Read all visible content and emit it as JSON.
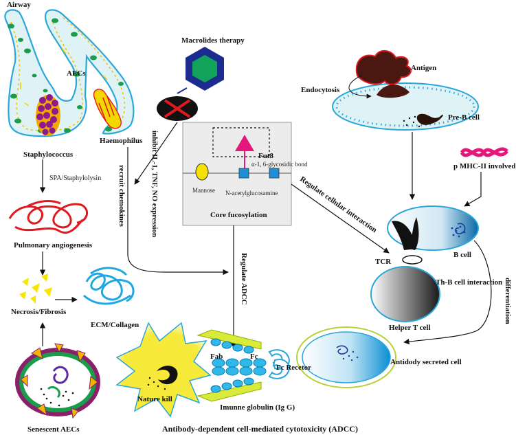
{
  "labels": {
    "airway": "Airway",
    "aecs": "AECs",
    "staphylococcus": "Staphylococcus",
    "haemophilus": "Haemophilus",
    "spa": "SPA/Staphylolysin",
    "pulmonary": "Pulmonary  angiogenesis",
    "necrosis": "Necrosis/Fibrosis",
    "ecm": "ECM/Collagen",
    "senescent": "Senescent AECs",
    "macrolides": "Macrolides therapy",
    "inhibit": "inhibit  IL-1, TNF, NO expression",
    "recruit": "recruit chemokines",
    "fut8": "Fut8",
    "alpha_bond": "α-1, 6-glycosidic bond",
    "mannose": "Mannose",
    "nacetyl": "N-acetylglucosamine",
    "core_fuco": "Core fucosylation",
    "regulate_adcc": "Regulate ADCC",
    "regulate_cell": "Regulate cellular interaction",
    "antigen": "Antigen",
    "endocytosis": "Endocytosis",
    "preb": "Pre-B cell",
    "mhc": "p MHC-II involved",
    "bcell": "B cell",
    "tcr": "TCR",
    "thb": "Th-B cell interaction",
    "helper": "Helper  T cell",
    "differentiation": "differentiation",
    "antibody_cell": "Antidody secreted cell",
    "fab": "Fab",
    "fc": "Fc",
    "fc_receptor": "Fc Recetor",
    "nk": "Nature kill",
    "igg": "Imunne globulin (Ig G)",
    "adcc_title": "Antibody-dependent cell-mediated cytotoxicity (ADCC)"
  },
  "colors": {
    "airway_fill": "#dff2f6",
    "airway_stroke": "#2aa6d8",
    "nucleus": "#1b9c4a",
    "staph": "#8e1a8e",
    "haemo": "#f2d700",
    "red_vessel": "#e0191f",
    "blue_collagen": "#1fa8e0",
    "yellow": "#f7e600",
    "hex_outer": "#1c2b8e",
    "hex_inner": "#12a35a",
    "fucose": "#e5177d",
    "glcnac": "#1d8fd6",
    "mannose": "#f5e200",
    "antigen": "#4a1810",
    "nk_yellow": "#f7ea3a"
  }
}
